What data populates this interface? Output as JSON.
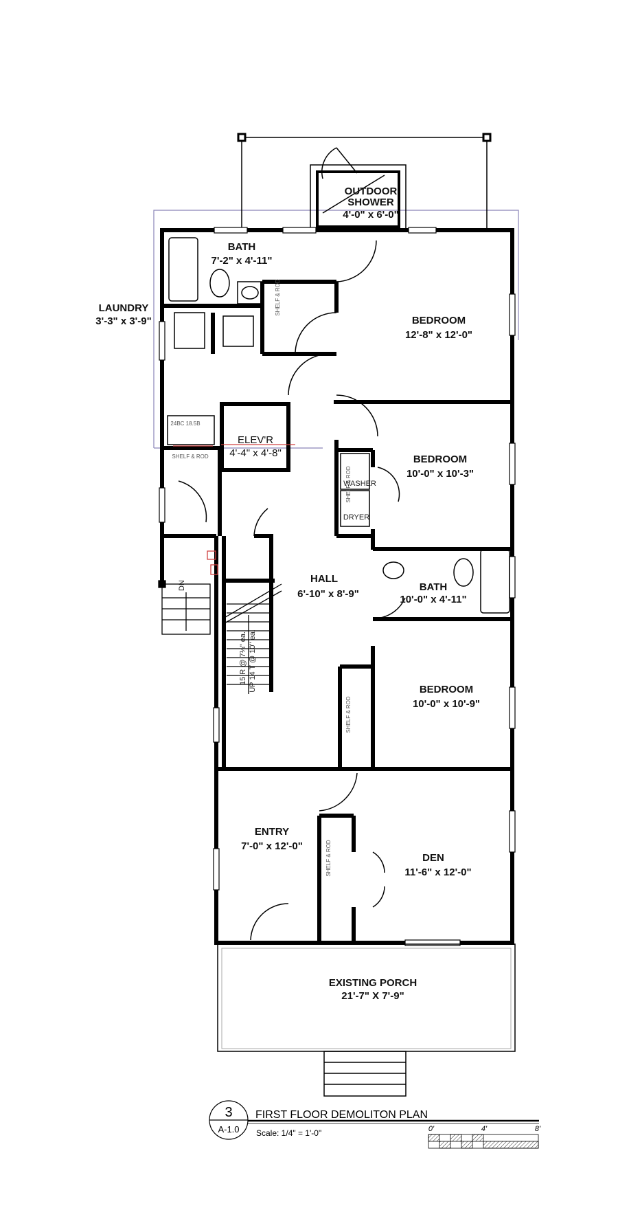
{
  "rooms": {
    "outdoor_shower": {
      "name1": "OUTDOOR",
      "name2": "SHOWER",
      "dims": "4'-0\" x 6'-0\""
    },
    "bath1": {
      "name": "BATH",
      "dims": "7'-2\" x 4'-11\""
    },
    "laundry": {
      "name": "LAUNDRY",
      "dims": "3'-3\" x 3'-9\""
    },
    "bedroom1": {
      "name": "BEDROOM",
      "dims": "12'-8\" x 12'-0\""
    },
    "elevator": {
      "name": "ELEV'R",
      "dims": "4'-4\" x 4'-8\""
    },
    "bedroom2": {
      "name": "BEDROOM",
      "dims": "10'-0\" x 10'-3\""
    },
    "bath2": {
      "name": "BATH",
      "dims": "10'-0\" x 4'-11\""
    },
    "hall": {
      "name": "HALL",
      "dims": "6'-10\" x 8'-9\""
    },
    "bedroom3": {
      "name": "BEDROOM",
      "dims": "10'-0\" x 10'-9\""
    },
    "entry": {
      "name": "ENTRY",
      "dims": "7'-0\" x 12'-0\""
    },
    "den": {
      "name": "DEN",
      "dims": "11'-6\" x 12'-0\""
    },
    "porch": {
      "name": "EXISTING PORCH",
      "dims": "21'-7\" X 7'-9\""
    }
  },
  "notes": {
    "shelf_rod": "SHELF & ROD",
    "cabinet": "24BC 18.5B",
    "washer": "WASHER",
    "dryer": "DRYER",
    "stair_risers": "15 R @ 7¼\" ea.",
    "stair_treads": "UP 14 T @ 10\" ea.",
    "down": "DN"
  },
  "title_block": {
    "detail_number": "3",
    "sheet": "A-1.0",
    "title": "FIRST FLOOR DEMOLITON PLAN",
    "scale": "Scale: 1/4\" = 1'-0\"",
    "scale_bar_labels": [
      "0'",
      "4'",
      "8'"
    ]
  },
  "colors": {
    "walls": "#000000",
    "overlay_line": "#8a84b8",
    "demo_marks": "#d04040"
  }
}
